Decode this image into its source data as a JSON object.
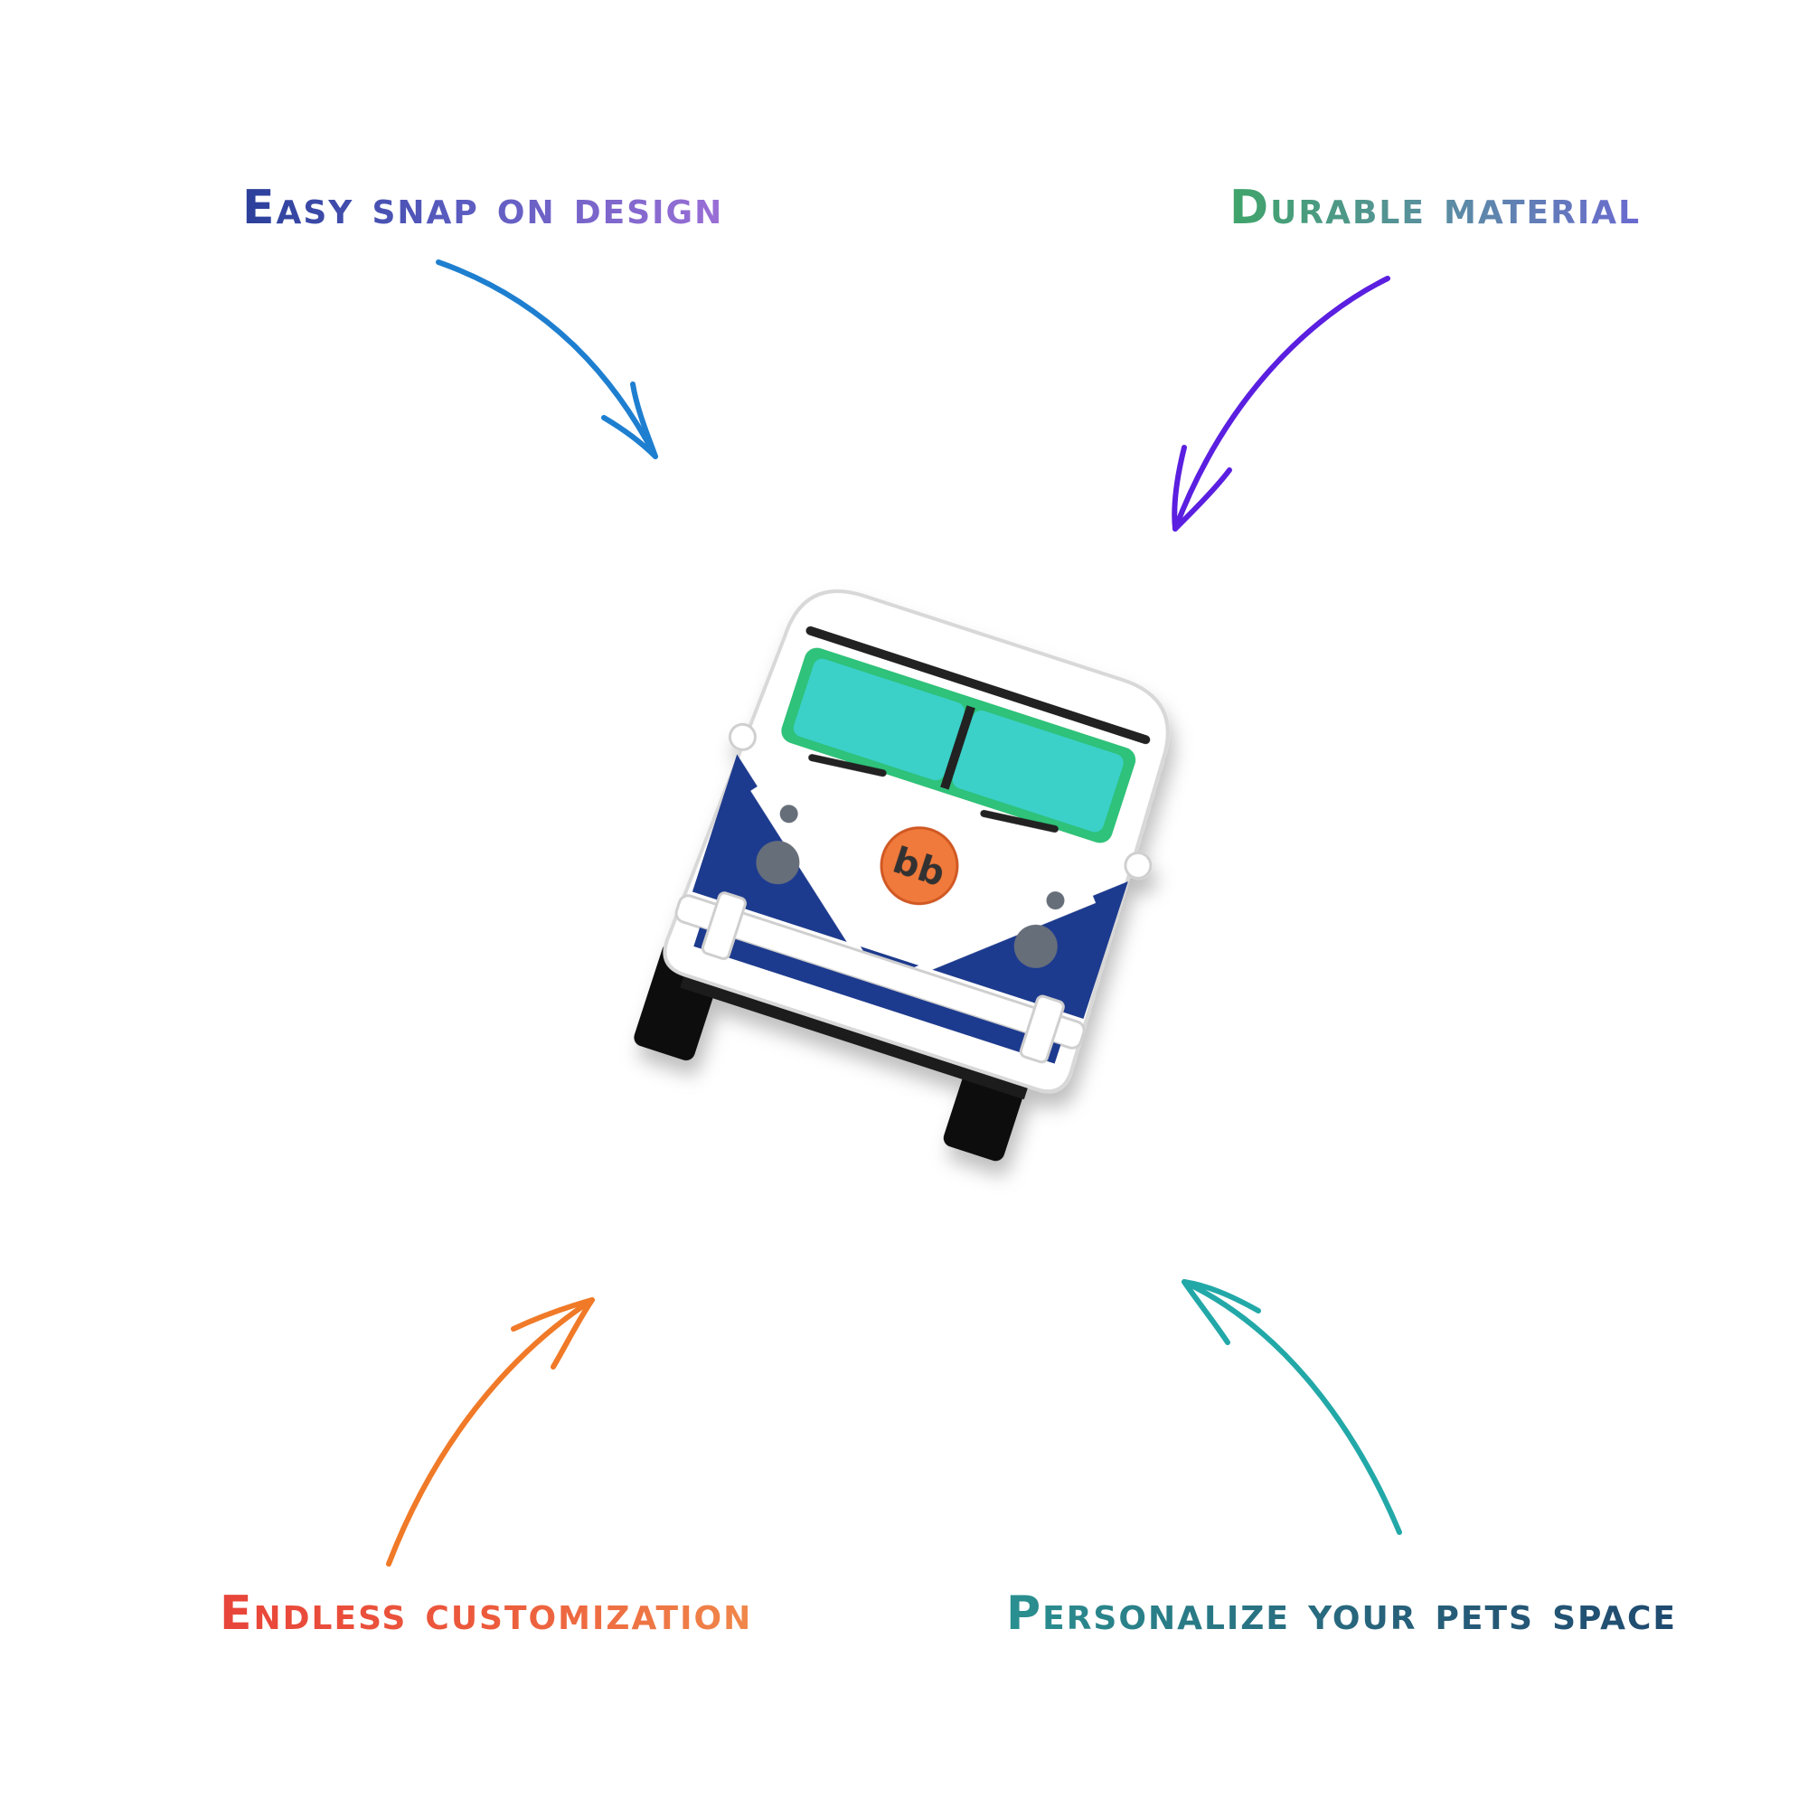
{
  "features": {
    "top_left": "Easy snap on design",
    "top_right": "Durable material",
    "bottom_left": "Endless customization",
    "bottom_right": "Personalize your pets space"
  },
  "product": {
    "name_icon": "retro-bus-charm",
    "logo_text": "bb"
  },
  "colors": {
    "arrow_top_left": "#1e7fd0",
    "arrow_top_right": "#5a1fe0",
    "arrow_bottom_left": "#f07a28",
    "arrow_bottom_right": "#23a8a8",
    "bus_blue": "#1f3a8f",
    "bus_window": "#3ad0c8",
    "logo_orange": "#f07a3a"
  }
}
